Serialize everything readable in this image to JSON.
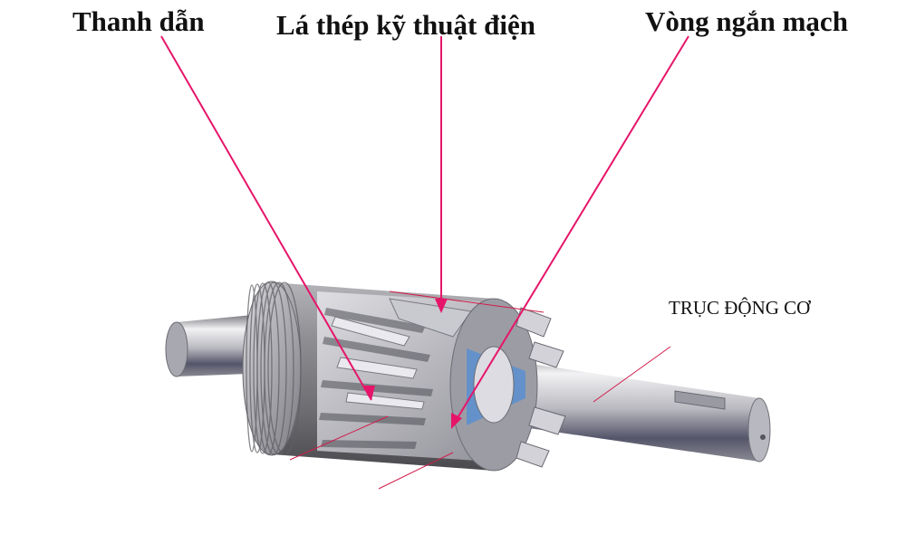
{
  "labels": {
    "conductor_bar": "Thanh dẫn",
    "steel_laminations": "Lá thép kỹ thuật điện",
    "short_circuit_ring": "Vòng ngắn mạch",
    "motor_shaft": "TRỤC ĐỘNG CƠ"
  },
  "colors": {
    "pointer": "#e6156a",
    "ring_highlight": "#5a8fd0",
    "steel": "#8e8e93"
  }
}
